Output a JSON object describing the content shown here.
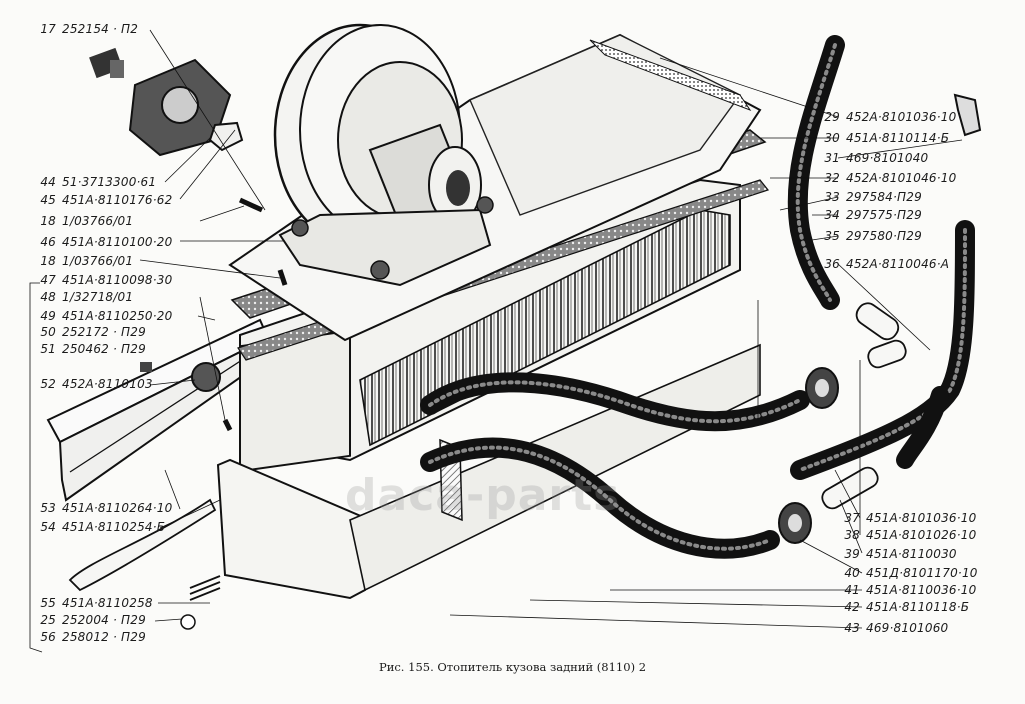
{
  "figure": {
    "caption": "Рис. 155. Отопитель кузова задний (8110) 2",
    "watermark": "daca-parts",
    "callouts": {
      "left": [
        {
          "num": "17",
          "code": "252154 · П2"
        },
        {
          "num": "44",
          "code": "51·3713300·61"
        },
        {
          "num": "45",
          "code": "451А·8110176·62"
        },
        {
          "num": "18",
          "code": "1/03766/01"
        },
        {
          "num": "46",
          "code": "451А·8110100·20"
        },
        {
          "num": "18",
          "code": "1/03766/01"
        },
        {
          "num": "47",
          "code": "451А·8110098·30"
        },
        {
          "num": "48",
          "code": "1/32718/01"
        },
        {
          "num": "49",
          "code": "451А·8110250·20"
        },
        {
          "num": "50",
          "code": "252172 · П29"
        },
        {
          "num": "51",
          "code": "250462 · П29"
        },
        {
          "num": "52",
          "code": "452А·8110103"
        },
        {
          "num": "53",
          "code": "451А·8110264·10"
        },
        {
          "num": "54",
          "code": "451А·8110254·Б"
        },
        {
          "num": "55",
          "code": "451А·8110258"
        },
        {
          "num": "25",
          "code": "252004 · П29"
        },
        {
          "num": "56",
          "code": "258012 · П29"
        }
      ],
      "right": [
        {
          "num": "29",
          "code": "452А·8101036·10"
        },
        {
          "num": "30",
          "code": "451А·8110114·Б"
        },
        {
          "num": "31",
          "code": "469·8101040"
        },
        {
          "num": "32",
          "code": "452А·8101046·10"
        },
        {
          "num": "33",
          "code": "297584·П29"
        },
        {
          "num": "34",
          "code": "297575·П29"
        },
        {
          "num": "35",
          "code": "297580·П29"
        },
        {
          "num": "36",
          "code": "452А·8110046·А"
        },
        {
          "num": "37",
          "code": "451А·8101036·10"
        },
        {
          "num": "38",
          "code": "451А·8101026·10"
        },
        {
          "num": "39",
          "code": "451А·8110030"
        },
        {
          "num": "40",
          "code": "451Д·8101170·10"
        },
        {
          "num": "41",
          "code": "451А·8110036·10"
        },
        {
          "num": "42",
          "code": "451А·8110118·Б"
        },
        {
          "num": "43",
          "code": "469·8101060"
        }
      ]
    }
  }
}
